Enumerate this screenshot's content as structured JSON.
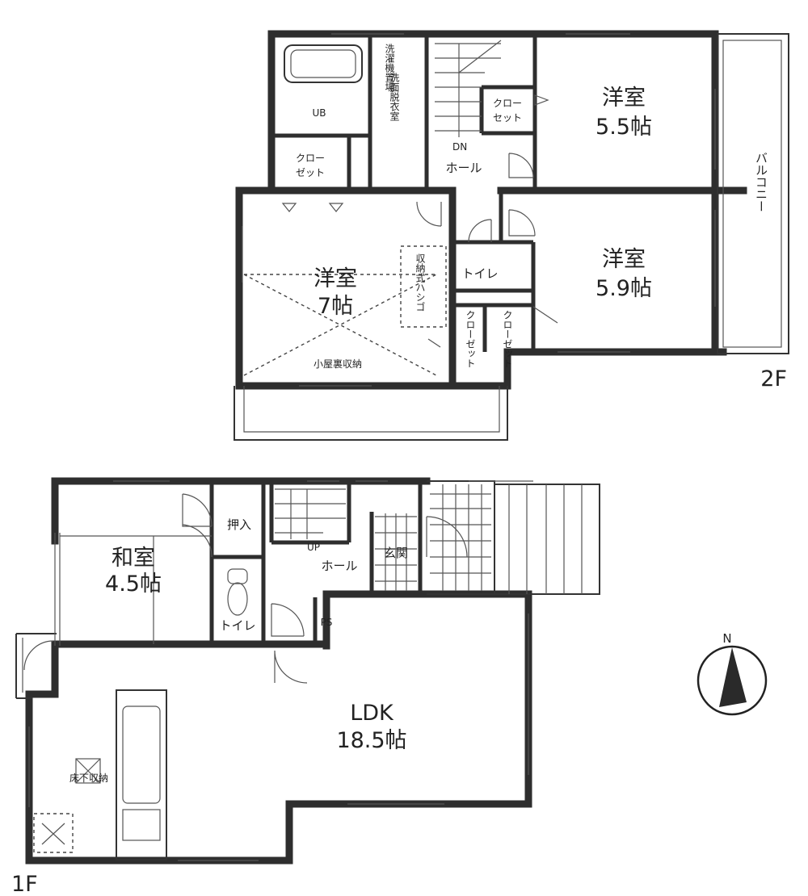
{
  "floor2": {
    "label": "2F",
    "bath": "UB",
    "washroom": "洗面脱衣室",
    "laundry": "洗濯機置場",
    "closet_a": [
      "クロー",
      "ゼット"
    ],
    "closet_b": [
      "クロー",
      "セット"
    ],
    "hall": "ホール",
    "dn": "DN",
    "room_w55": {
      "name": "洋室",
      "size": "5.5帖"
    },
    "room_w7": {
      "name": "洋室",
      "size": "7帖"
    },
    "room_w59": {
      "name": "洋室",
      "size": "5.9帖"
    },
    "toilet": "トイレ",
    "storage_hashigo": "収納式ハシゴ",
    "attic": "小屋裏収納",
    "closet_c": "クローゼット",
    "closet_d": "クローゼット",
    "balcony": "バルコニー"
  },
  "floor1": {
    "label": "1F",
    "washitsu": {
      "name": "和室",
      "size": "4.5帖"
    },
    "oshiire": "押入",
    "toilet": "トイレ",
    "up": "UP",
    "hall": "ホール",
    "genkan": "玄関",
    "ps": "PS",
    "ldk": {
      "name": "LDK",
      "size": "18.5帖"
    },
    "underfloor": "床下収納"
  },
  "compass": {
    "label": "N"
  }
}
